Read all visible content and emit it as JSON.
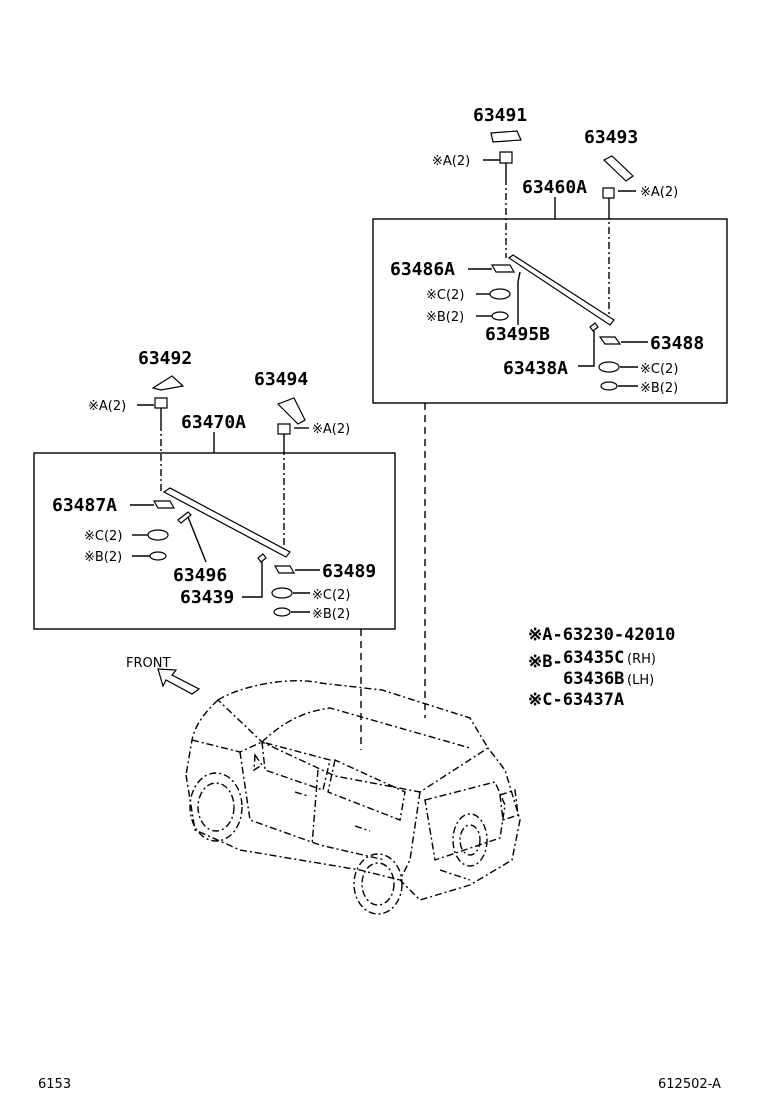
{
  "parts": {
    "p63491": "63491",
    "p63493": "63493",
    "p63460a": "63460A",
    "p63486a": "63486A",
    "p63495b": "63495B",
    "p63488": "63488",
    "p63438a": "63438A",
    "p63492": "63492",
    "p63494": "63494",
    "p63470a": "63470A",
    "p63487a": "63487A",
    "p63496": "63496",
    "p63439": "63439",
    "p63489": "63489"
  },
  "callouts": {
    "a2": "※A(2)",
    "b2": "※B(2)",
    "c2": "※C(2)"
  },
  "legend": {
    "a": "※A-63230-42010",
    "b_prefix": "※B-",
    "b_rh": "63435C",
    "b_rh_side": "(RH)",
    "b_lh": "63436B",
    "b_lh_side": "(LH)",
    "c": "※C-63437A"
  },
  "front_label": "FRONT",
  "footer": {
    "left": "6153",
    "right": "612502-A"
  }
}
